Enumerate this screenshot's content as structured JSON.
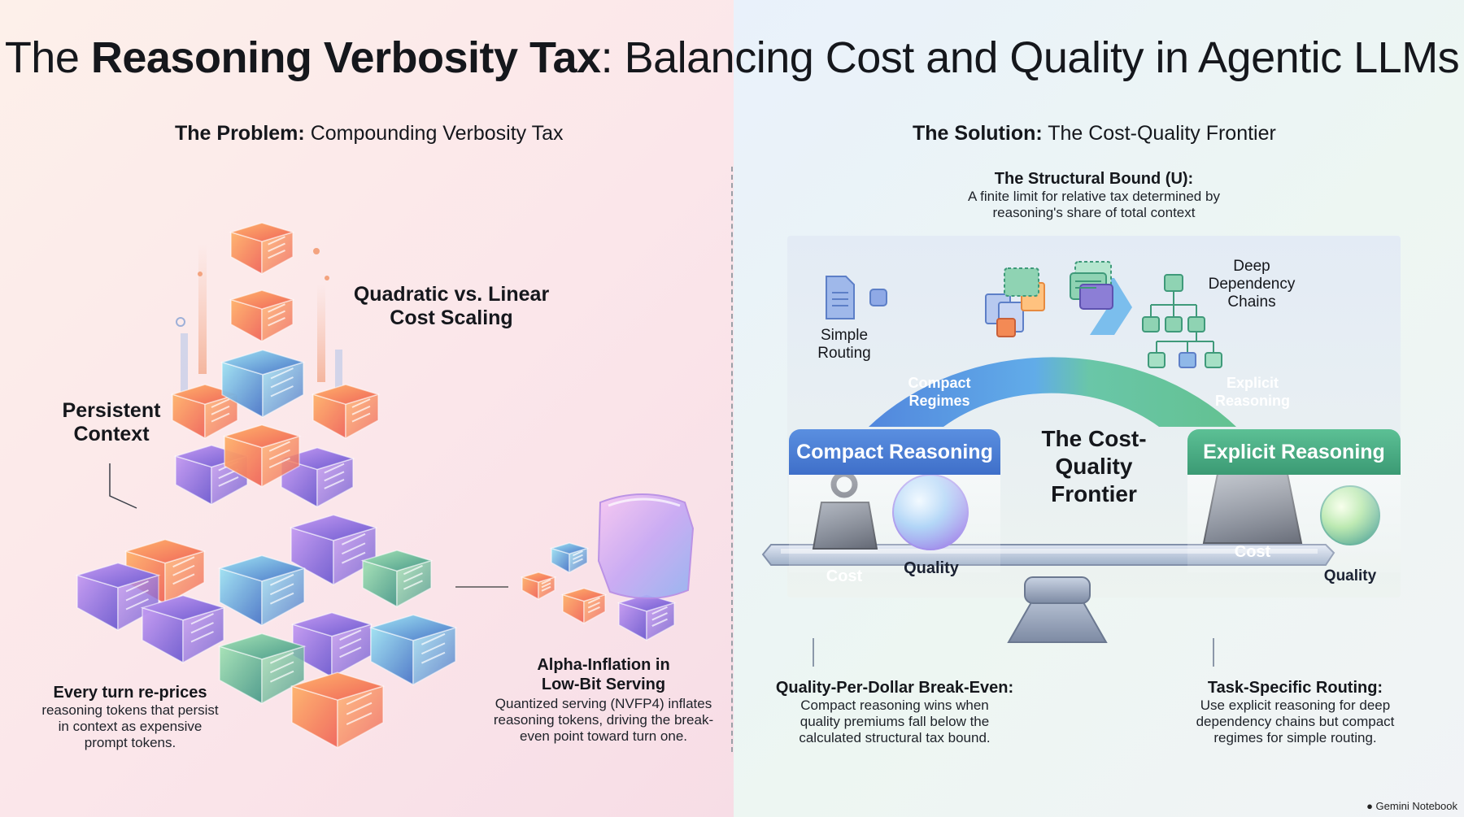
{
  "title": {
    "prefix": "The ",
    "bold": "Reasoning Verbosity Tax",
    "rest": ": Balancing Cost and Quality in Agentic LLMs"
  },
  "left": {
    "heading_bold": "The Problem:",
    "heading_rest": " Compounding Verbosity Tax",
    "quadratic": "Quadratic vs. Linear Cost Scaling",
    "persistent": "Persistent Context",
    "reprices_title": "Every turn re-prices",
    "reprices_body": "reasoning tokens that persist in context as expensive prompt tokens.",
    "alpha_title": "Alpha-Inflation in Low-Bit Serving",
    "alpha_body": "Quantized serving (NVFP4) inflates reasoning tokens, driving the break-even point toward turn one."
  },
  "right": {
    "heading_bold": "The Solution:",
    "heading_rest": " The Cost-Quality Frontier",
    "bound_title": "The Structural Bound (U):",
    "bound_body": "A finite limit for relative tax determined by reasoning's share of total context",
    "simple_routing": "Simple Routing",
    "deep_chains": "Deep Dependency Chains",
    "arc_compact": "Compact Regimes",
    "arc_explicit": "Explicit Reasoning",
    "compact_box": "Compact Reasoning",
    "explicit_box": "Explicit Reasoning",
    "frontier": "The Cost-Quality Frontier",
    "cost_label": "Cost",
    "quality_label": "Quality",
    "breakeven_title": "Quality-Per-Dollar Break-Even:",
    "breakeven_body": "Compact reasoning wins when quality premiums fall below the calculated structural tax bound.",
    "routing_title": "Task-Specific Routing:",
    "routing_body": "Use explicit reasoning for deep dependency chains but compact regimes for simple routing."
  },
  "watermark": "Gemini Notebook",
  "colors": {
    "blue": "#3f6fc9",
    "green": "#3b9a74",
    "orange": "#f08a4a",
    "purple": "#8a66d6",
    "teal": "#4fa7c9"
  }
}
